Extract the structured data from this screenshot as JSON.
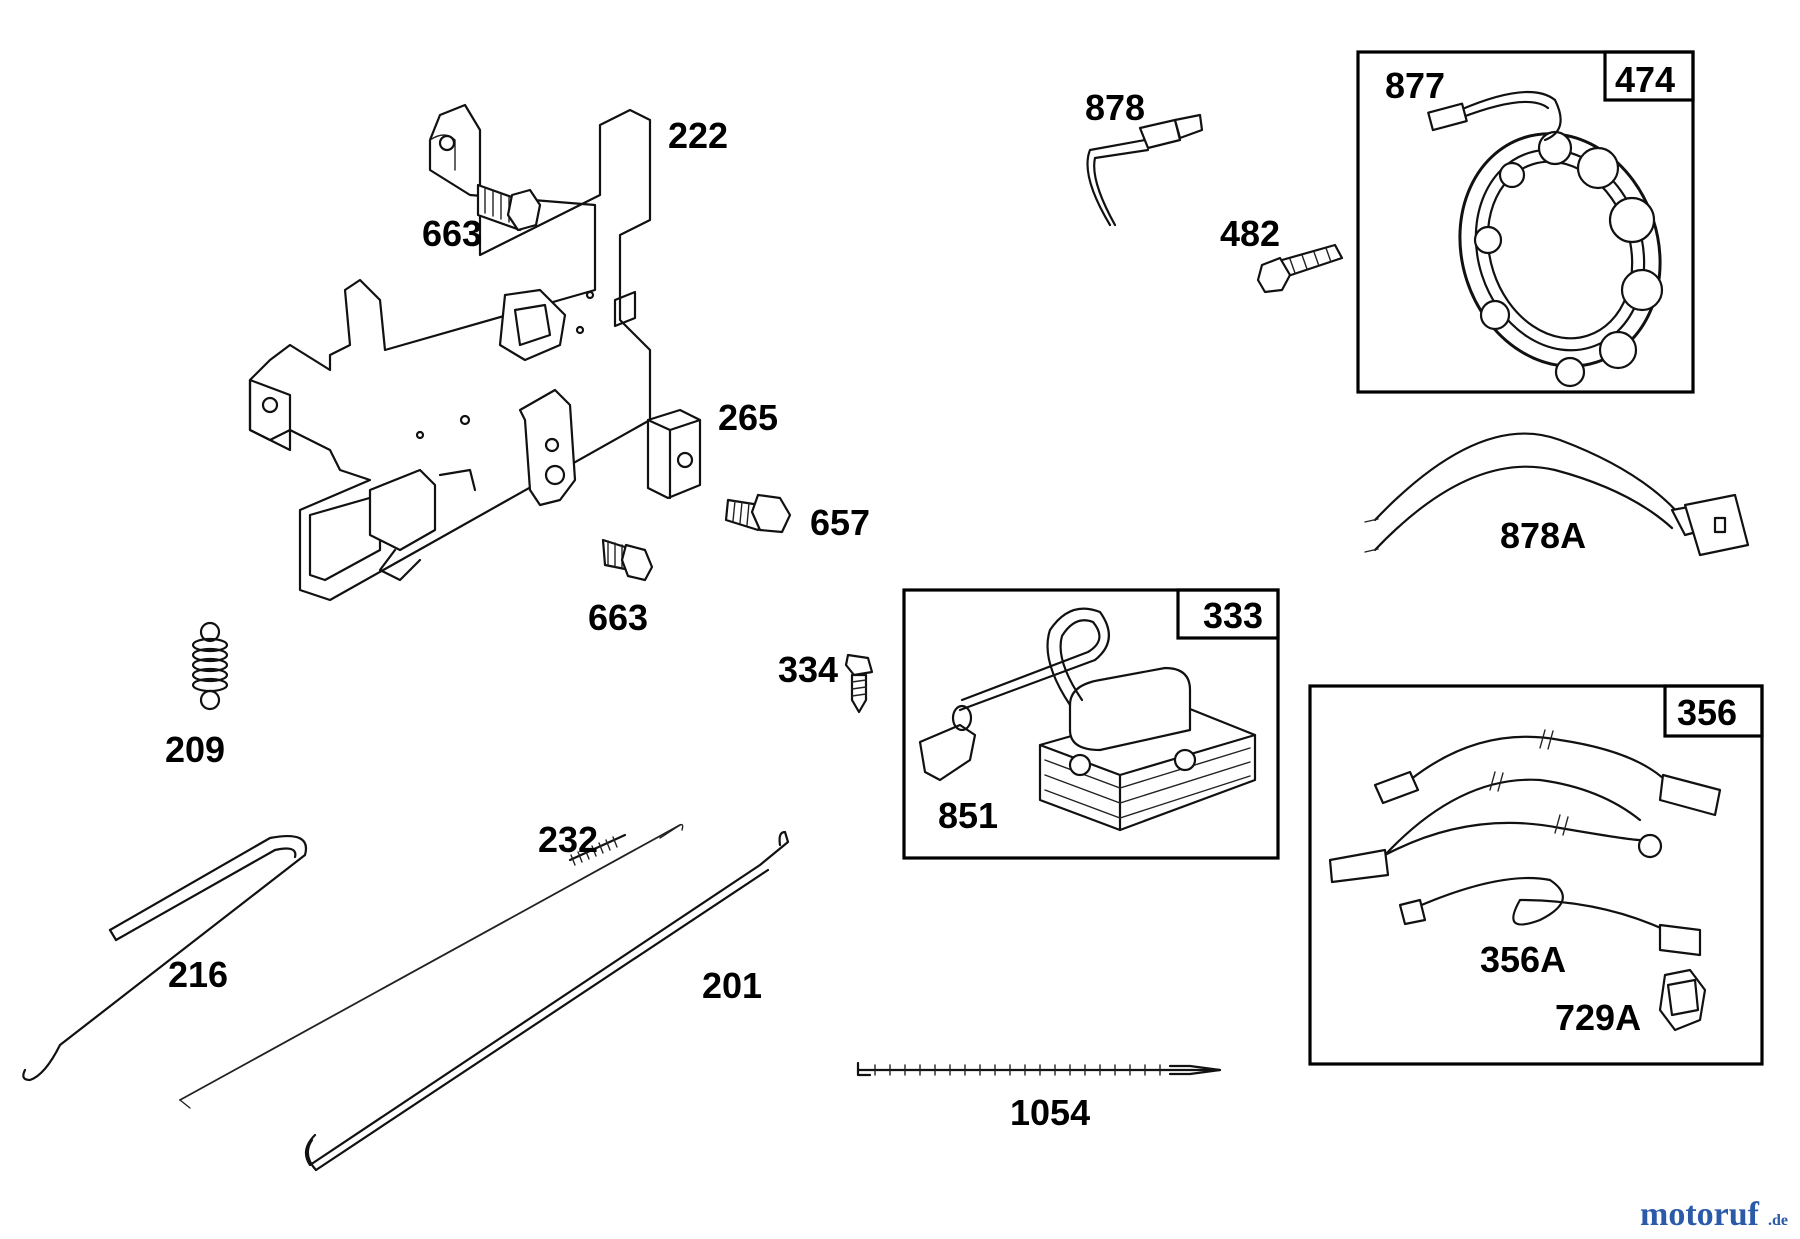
{
  "parts": {
    "p222": "222",
    "p663a": "663",
    "p663b": "663",
    "p265": "265",
    "p657": "657",
    "p209": "209",
    "p232": "232",
    "p216": "216",
    "p201": "201",
    "p334": "334",
    "p1054": "1054",
    "p878": "878",
    "p482": "482",
    "p877": "877",
    "p474": "474",
    "p878a": "878A",
    "p333": "333",
    "p851": "851",
    "p356": "356",
    "p356a": "356A",
    "p729a": "729A"
  },
  "watermark": {
    "text_main": "motoruf",
    "text_suffix": ".de"
  },
  "colors": {
    "line": "#111111",
    "watermark_blue": "#2b5aa8",
    "watermark_orange": "#e58a1f"
  }
}
